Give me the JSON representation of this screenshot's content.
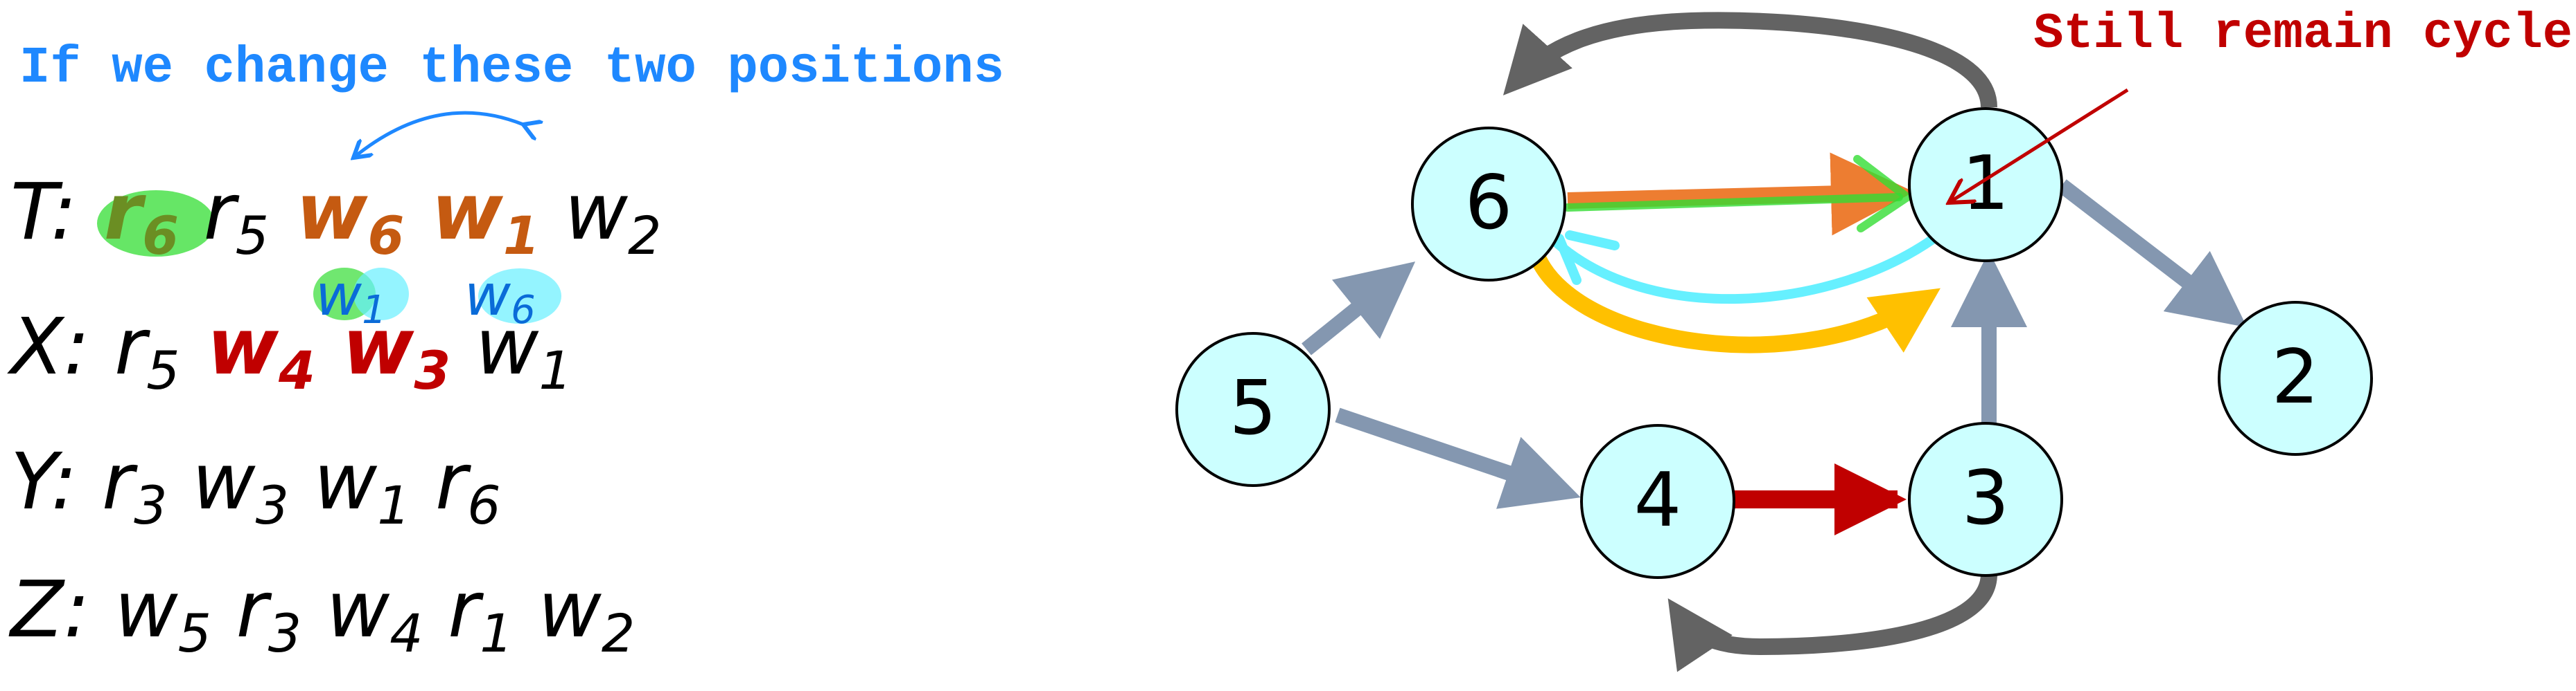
{
  "note_top": "If we change these two positions",
  "note_cycle": "Still remain cycle",
  "colors": {
    "blue": "#1e88ff",
    "red": "#c00000",
    "orange": "#c55a11",
    "olive": "#6b8e23",
    "node_fill": "#ccffff",
    "gray_edge": "#8497b0",
    "dark_edge": "#595959",
    "green": "#33dd33",
    "cyan": "#66f0ff",
    "yellow": "#ffc000"
  },
  "transactions": [
    {
      "name": "T",
      "tokens": [
        {
          "op": "r",
          "sub": "6",
          "style": "olive",
          "highlight": "green"
        },
        {
          "op": "r",
          "sub": "5",
          "style": "plain"
        },
        {
          "op": "w",
          "sub": "6",
          "style": "orange"
        },
        {
          "op": "w",
          "sub": "1",
          "style": "orange"
        },
        {
          "op": "w",
          "sub": "2",
          "style": "plain"
        }
      ]
    },
    {
      "name": "X",
      "tokens": [
        {
          "op": "r",
          "sub": "5",
          "style": "plain"
        },
        {
          "op": "w",
          "sub": "4",
          "style": "red"
        },
        {
          "op": "w",
          "sub": "3",
          "style": "red"
        },
        {
          "op": "w",
          "sub": "1",
          "style": "plain"
        }
      ]
    },
    {
      "name": "Y",
      "tokens": [
        {
          "op": "r",
          "sub": "3",
          "style": "plain"
        },
        {
          "op": "w",
          "sub": "3",
          "style": "plain"
        },
        {
          "op": "w",
          "sub": "1",
          "style": "plain"
        },
        {
          "op": "r",
          "sub": "6",
          "style": "plain"
        }
      ]
    },
    {
      "name": "Z",
      "tokens": [
        {
          "op": "w",
          "sub": "5",
          "style": "plain"
        },
        {
          "op": "r",
          "sub": "3",
          "style": "plain"
        },
        {
          "op": "w",
          "sub": "4",
          "style": "plain"
        },
        {
          "op": "r",
          "sub": "1",
          "style": "plain"
        },
        {
          "op": "w",
          "sub": "2",
          "style": "plain"
        }
      ]
    }
  ],
  "swap_annotation": [
    {
      "op": "w",
      "sub": "1"
    },
    {
      "op": "w",
      "sub": "6"
    }
  ],
  "nodes": [
    {
      "id": "6",
      "label": "6"
    },
    {
      "id": "1",
      "label": "1"
    },
    {
      "id": "5",
      "label": "5"
    },
    {
      "id": "2",
      "label": "2"
    },
    {
      "id": "4",
      "label": "4"
    },
    {
      "id": "3",
      "label": "3"
    }
  ],
  "edges": [
    {
      "from": "5",
      "to": "6",
      "color": "gray_edge"
    },
    {
      "from": "5",
      "to": "4",
      "color": "gray_edge"
    },
    {
      "from": "1",
      "to": "2",
      "color": "gray_edge"
    },
    {
      "from": "3",
      "to": "1",
      "color": "gray_edge"
    },
    {
      "from": "4",
      "to": "3",
      "color": "red"
    },
    {
      "from": "6",
      "to": "1",
      "color": "orange"
    },
    {
      "from": "1",
      "to": "6",
      "color": "dark_edge"
    },
    {
      "from": "3",
      "to": "4",
      "color": "dark_edge"
    }
  ]
}
